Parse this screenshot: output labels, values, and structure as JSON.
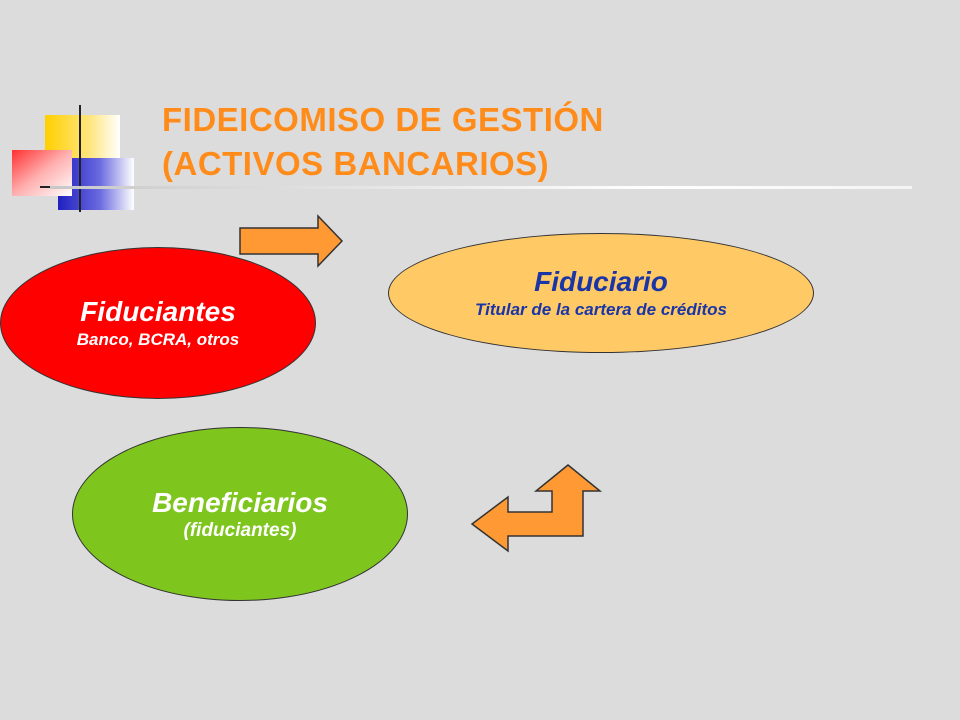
{
  "title": {
    "line1": "FIDEICOMISO DE GESTIÓN",
    "line2": "(ACTIVOS BANCARIOS)"
  },
  "nodes": {
    "fiduciantes": {
      "name": "Fiduciantes",
      "detail": "Banco, BCRA, otros"
    },
    "fiduciario": {
      "name": "Fiduciario",
      "detail": "Titular de la cartera de créditos"
    },
    "beneficiarios": {
      "name": "Beneficiarios",
      "detail": "(fiduciantes)"
    }
  },
  "colors": {
    "title": "#ff8c1a",
    "fiduciantes": "#ff0000",
    "fiduciario": "#ffc966",
    "beneficiarios": "#7ec61e",
    "arrow": "#ff9933"
  }
}
